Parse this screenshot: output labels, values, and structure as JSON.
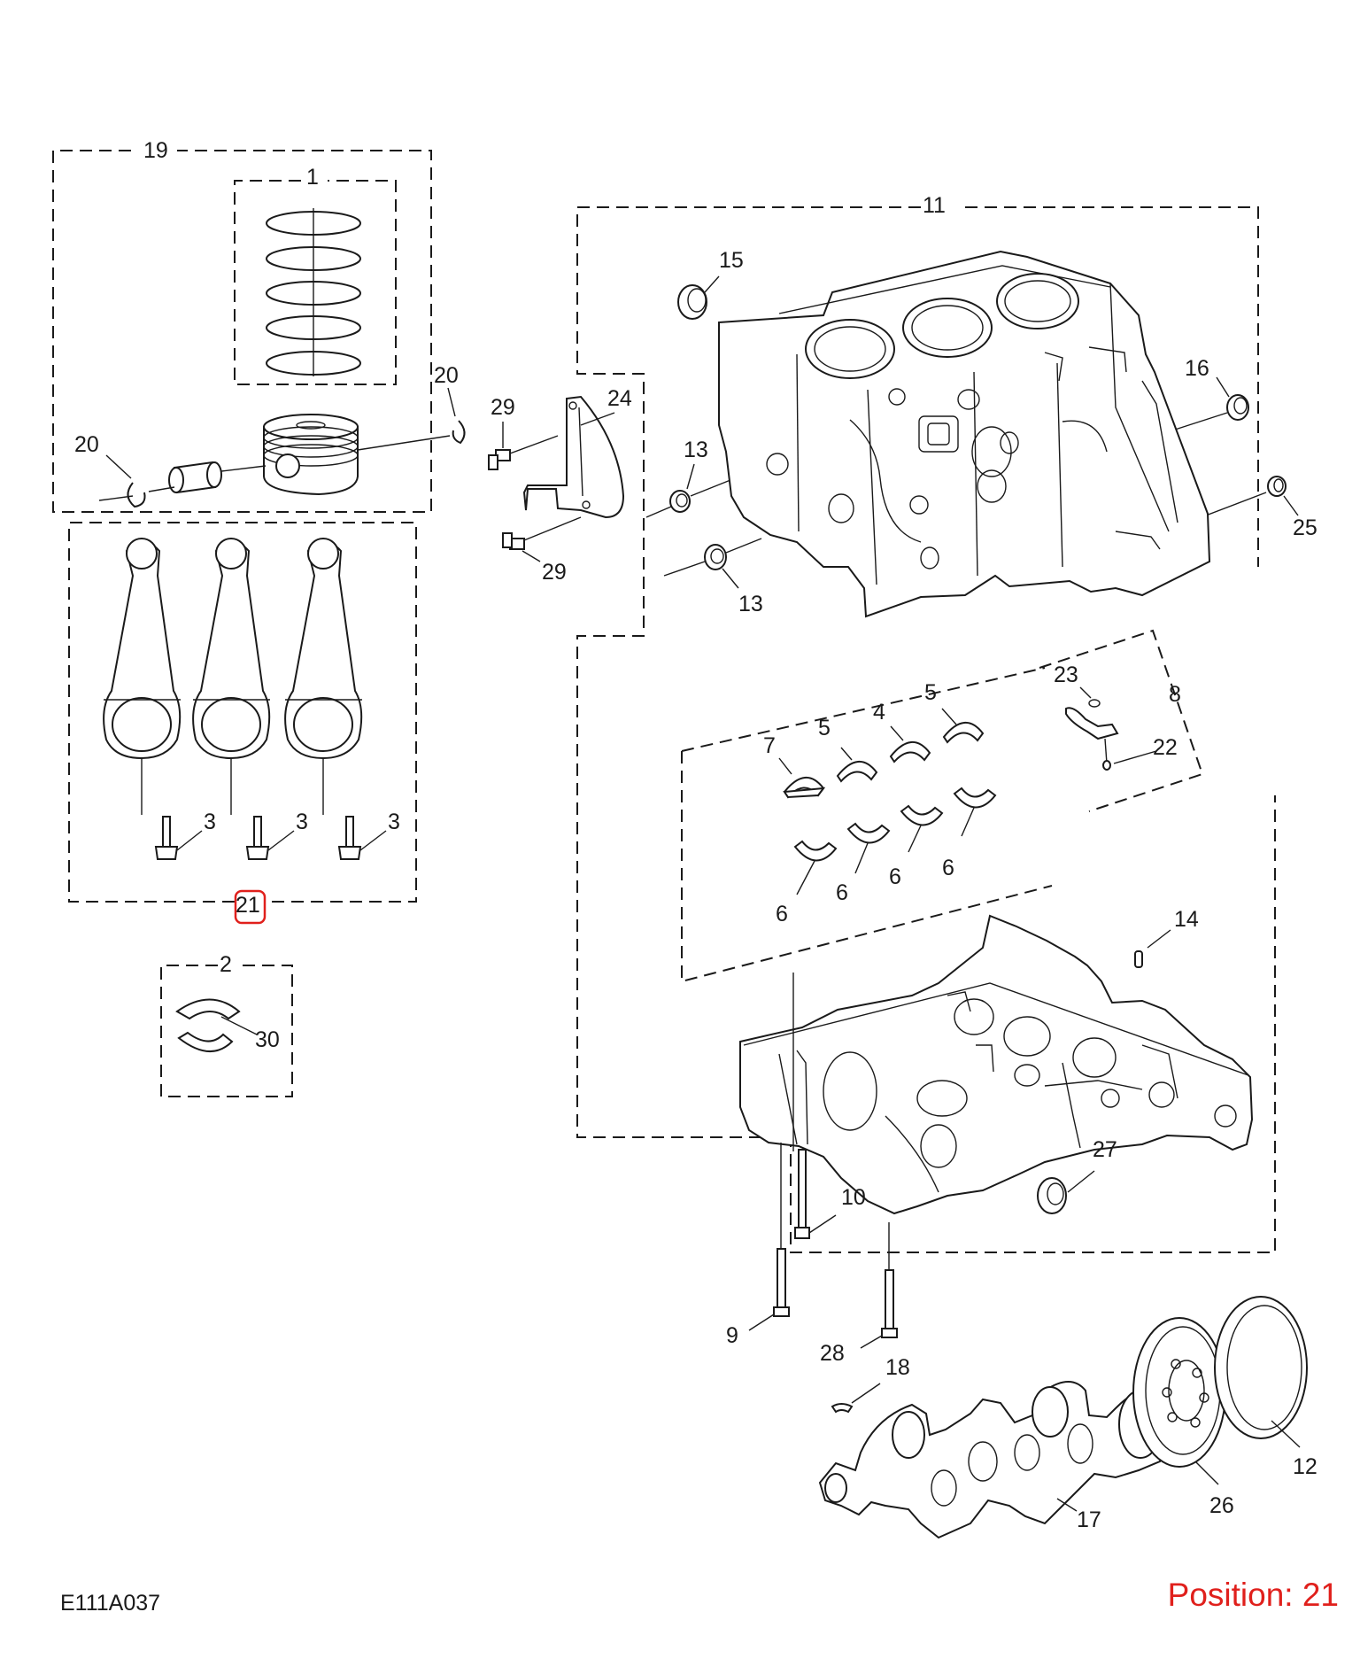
{
  "diagram_code": "E111A037",
  "position_text": "Position: 21",
  "highlight_color": "#e0201c",
  "labels": {
    "l1": "1",
    "l2": "2",
    "l3a": "3",
    "l3b": "3",
    "l3c": "3",
    "l4": "4",
    "l5a": "5",
    "l5b": "5",
    "l6a": "6",
    "l6b": "6",
    "l6c": "6",
    "l6d": "6",
    "l7": "7",
    "l8": "8",
    "l9": "9",
    "l10": "10",
    "l11": "11",
    "l12": "12",
    "l13a": "13",
    "l13b": "13",
    "l14": "14",
    "l15": "15",
    "l16": "16",
    "l17": "17",
    "l18": "18",
    "l19": "19",
    "l20a": "20",
    "l20b": "20",
    "l21": "21",
    "l22": "22",
    "l23": "23",
    "l24": "24",
    "l25": "25",
    "l26": "26",
    "l27": "27",
    "l28": "28",
    "l29a": "29",
    "l29b": "29",
    "l30": "30"
  }
}
